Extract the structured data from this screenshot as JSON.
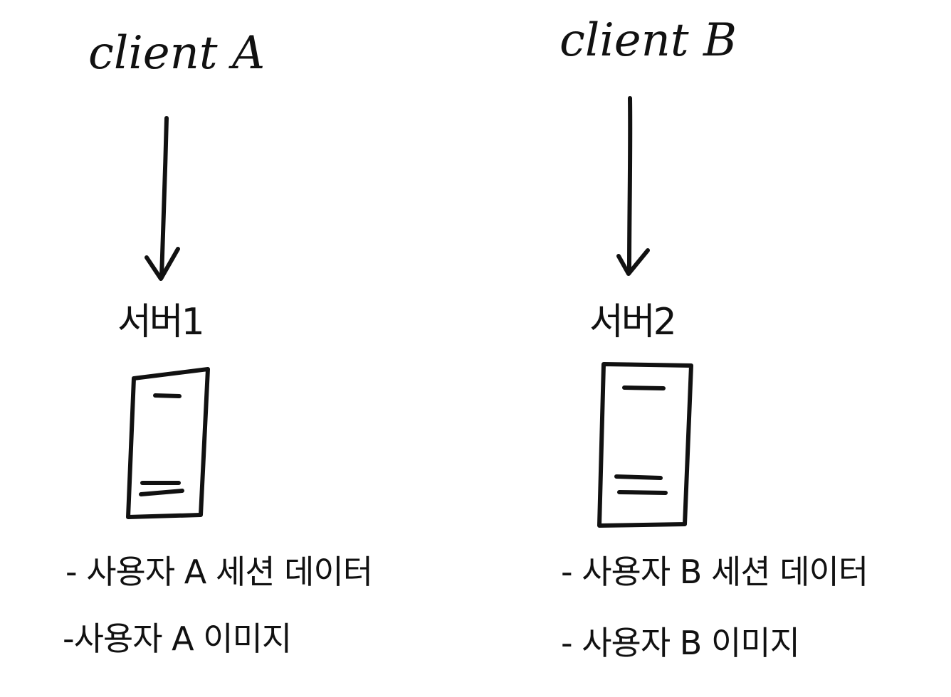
{
  "left": {
    "client": "client A",
    "server": "서버1",
    "notes": [
      "- 사용자 A 세션 데이터",
      "-사용자 A 이미지"
    ]
  },
  "right": {
    "client": "client B",
    "server": "서버2",
    "notes": [
      "- 사용자 B 세션 데이터",
      "- 사용자 B 이미지"
    ]
  }
}
